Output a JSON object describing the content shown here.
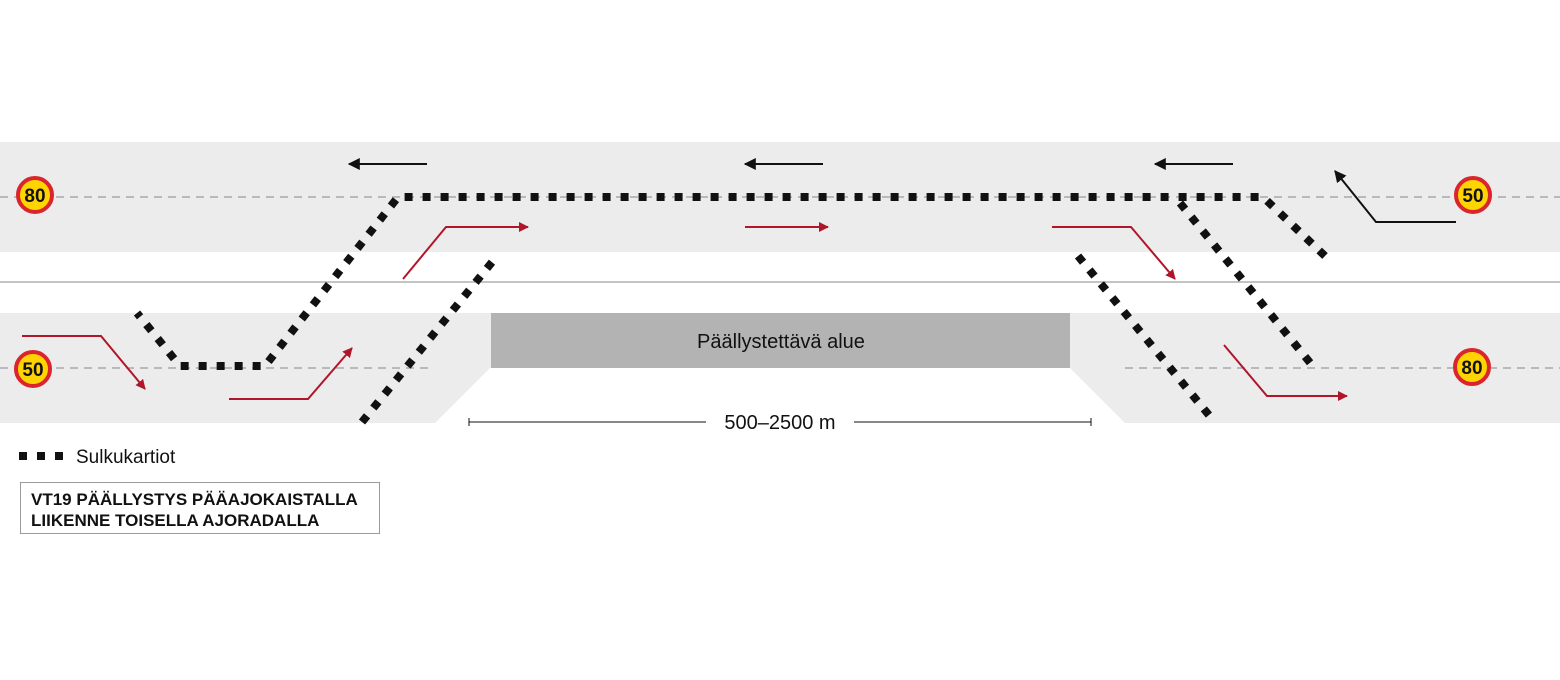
{
  "diagram": {
    "work_zone_label": "Päällystettävä alue",
    "length_label": "500–2500 m",
    "legend_label": "Sulkukartiot",
    "title_lines": [
      "VT19 PÄÄLLYSTYS PÄÄAJOKAISTALLA",
      "LIIKENNE TOISELLA AJORADALLA"
    ],
    "speed_signs": [
      "80",
      "50",
      "50",
      "80"
    ]
  },
  "colors": {
    "road": "#ececec",
    "work_zone": "#b3b3b3",
    "arrow_red": "#b0162a",
    "arrow_black": "#111111",
    "sign_fill": "#ffd400",
    "sign_ring": "#d9262e",
    "lane_dash": "#a8a8a8"
  },
  "icons": [
    "cone-dot-icon",
    "speed-limit-sign-icon",
    "arrow-icon"
  ]
}
